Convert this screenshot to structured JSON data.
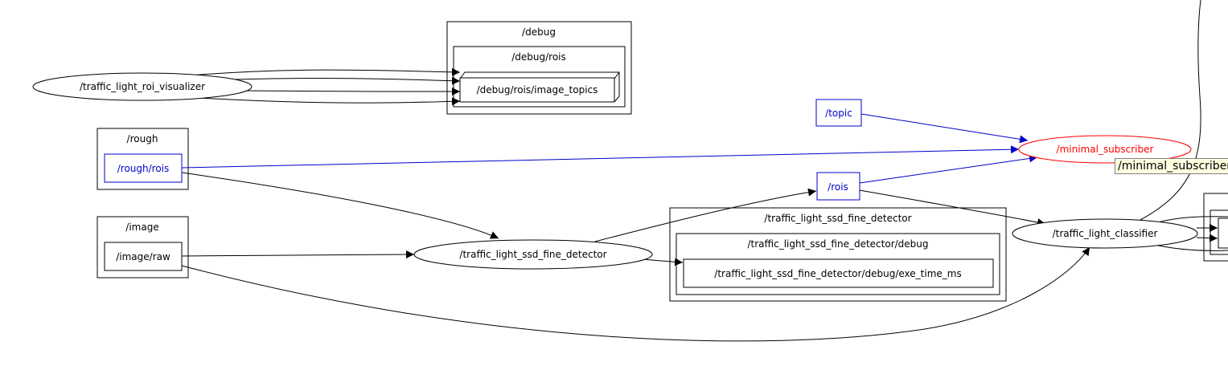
{
  "colors": {
    "default": "#000000",
    "topic_highlight": "#0000cc",
    "node_highlight": "#ff0000"
  },
  "clusters": {
    "debug": "/debug",
    "debug_rois": "/debug/rois",
    "rough": "/rough",
    "image": "/image",
    "fine": "/traffic_light_ssd_fine_detector",
    "fine_debug": "/traffic_light_ssd_fine_detector/debug"
  },
  "nodes": {
    "roi_visualizer": "/traffic_light_roi_visualizer",
    "fine_detector": "/traffic_light_ssd_fine_detector",
    "classifier": "/traffic_light_classifier",
    "minimal_subscriber": "/minimal_subscriber"
  },
  "topics": {
    "image_topics": "/debug/rois/image_topics",
    "rough_rois": "/rough/rois",
    "image_raw": "/image/raw",
    "topic": "/topic",
    "rois": "/rois",
    "exe_time": "/traffic_light_ssd_fine_detector/debug/exe_time_ms"
  },
  "tooltip": "/minimal_subscriber"
}
